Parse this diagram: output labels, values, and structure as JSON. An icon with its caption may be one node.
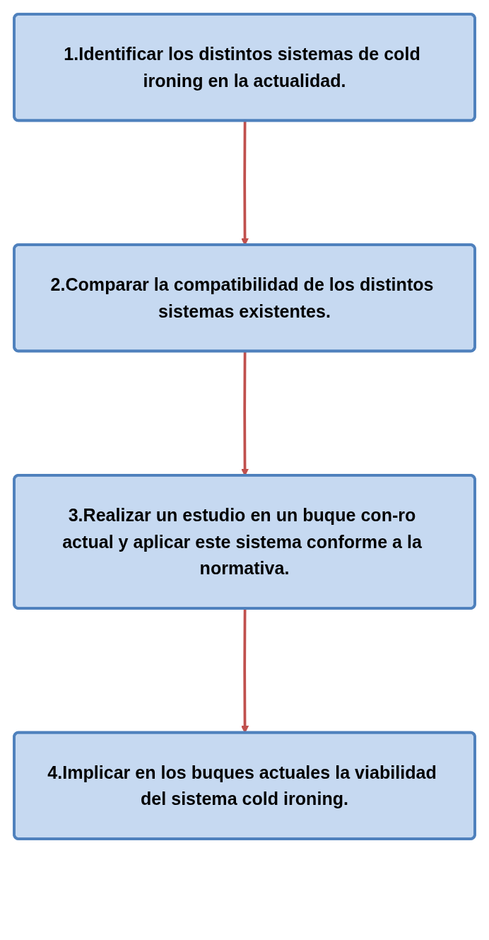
{
  "diagram": {
    "nodes": [
      {
        "text": [
          "1.Identificar los distintos sistemas de cold ironing en la actualidad."
        ]
      },
      {
        "text": [
          "2.Comparar la compatibilidad de los distintos sistemas existentes."
        ]
      },
      {
        "text": [
          "3.Realizar un estudio en un buque con-ro actual y aplicar este sistema conforme a la normativa."
        ]
      },
      {
        "text": [
          "4.Implicar en los buques actuales la viabilidad del sistema cold ironing."
        ]
      }
    ],
    "edges": [
      {
        "from": 0,
        "to": 1,
        "arrow": "to"
      },
      {
        "from": 1,
        "to": 2,
        "arrow": "to"
      },
      {
        "from": 2,
        "to": 3,
        "arrow": "to"
      }
    ]
  }
}
